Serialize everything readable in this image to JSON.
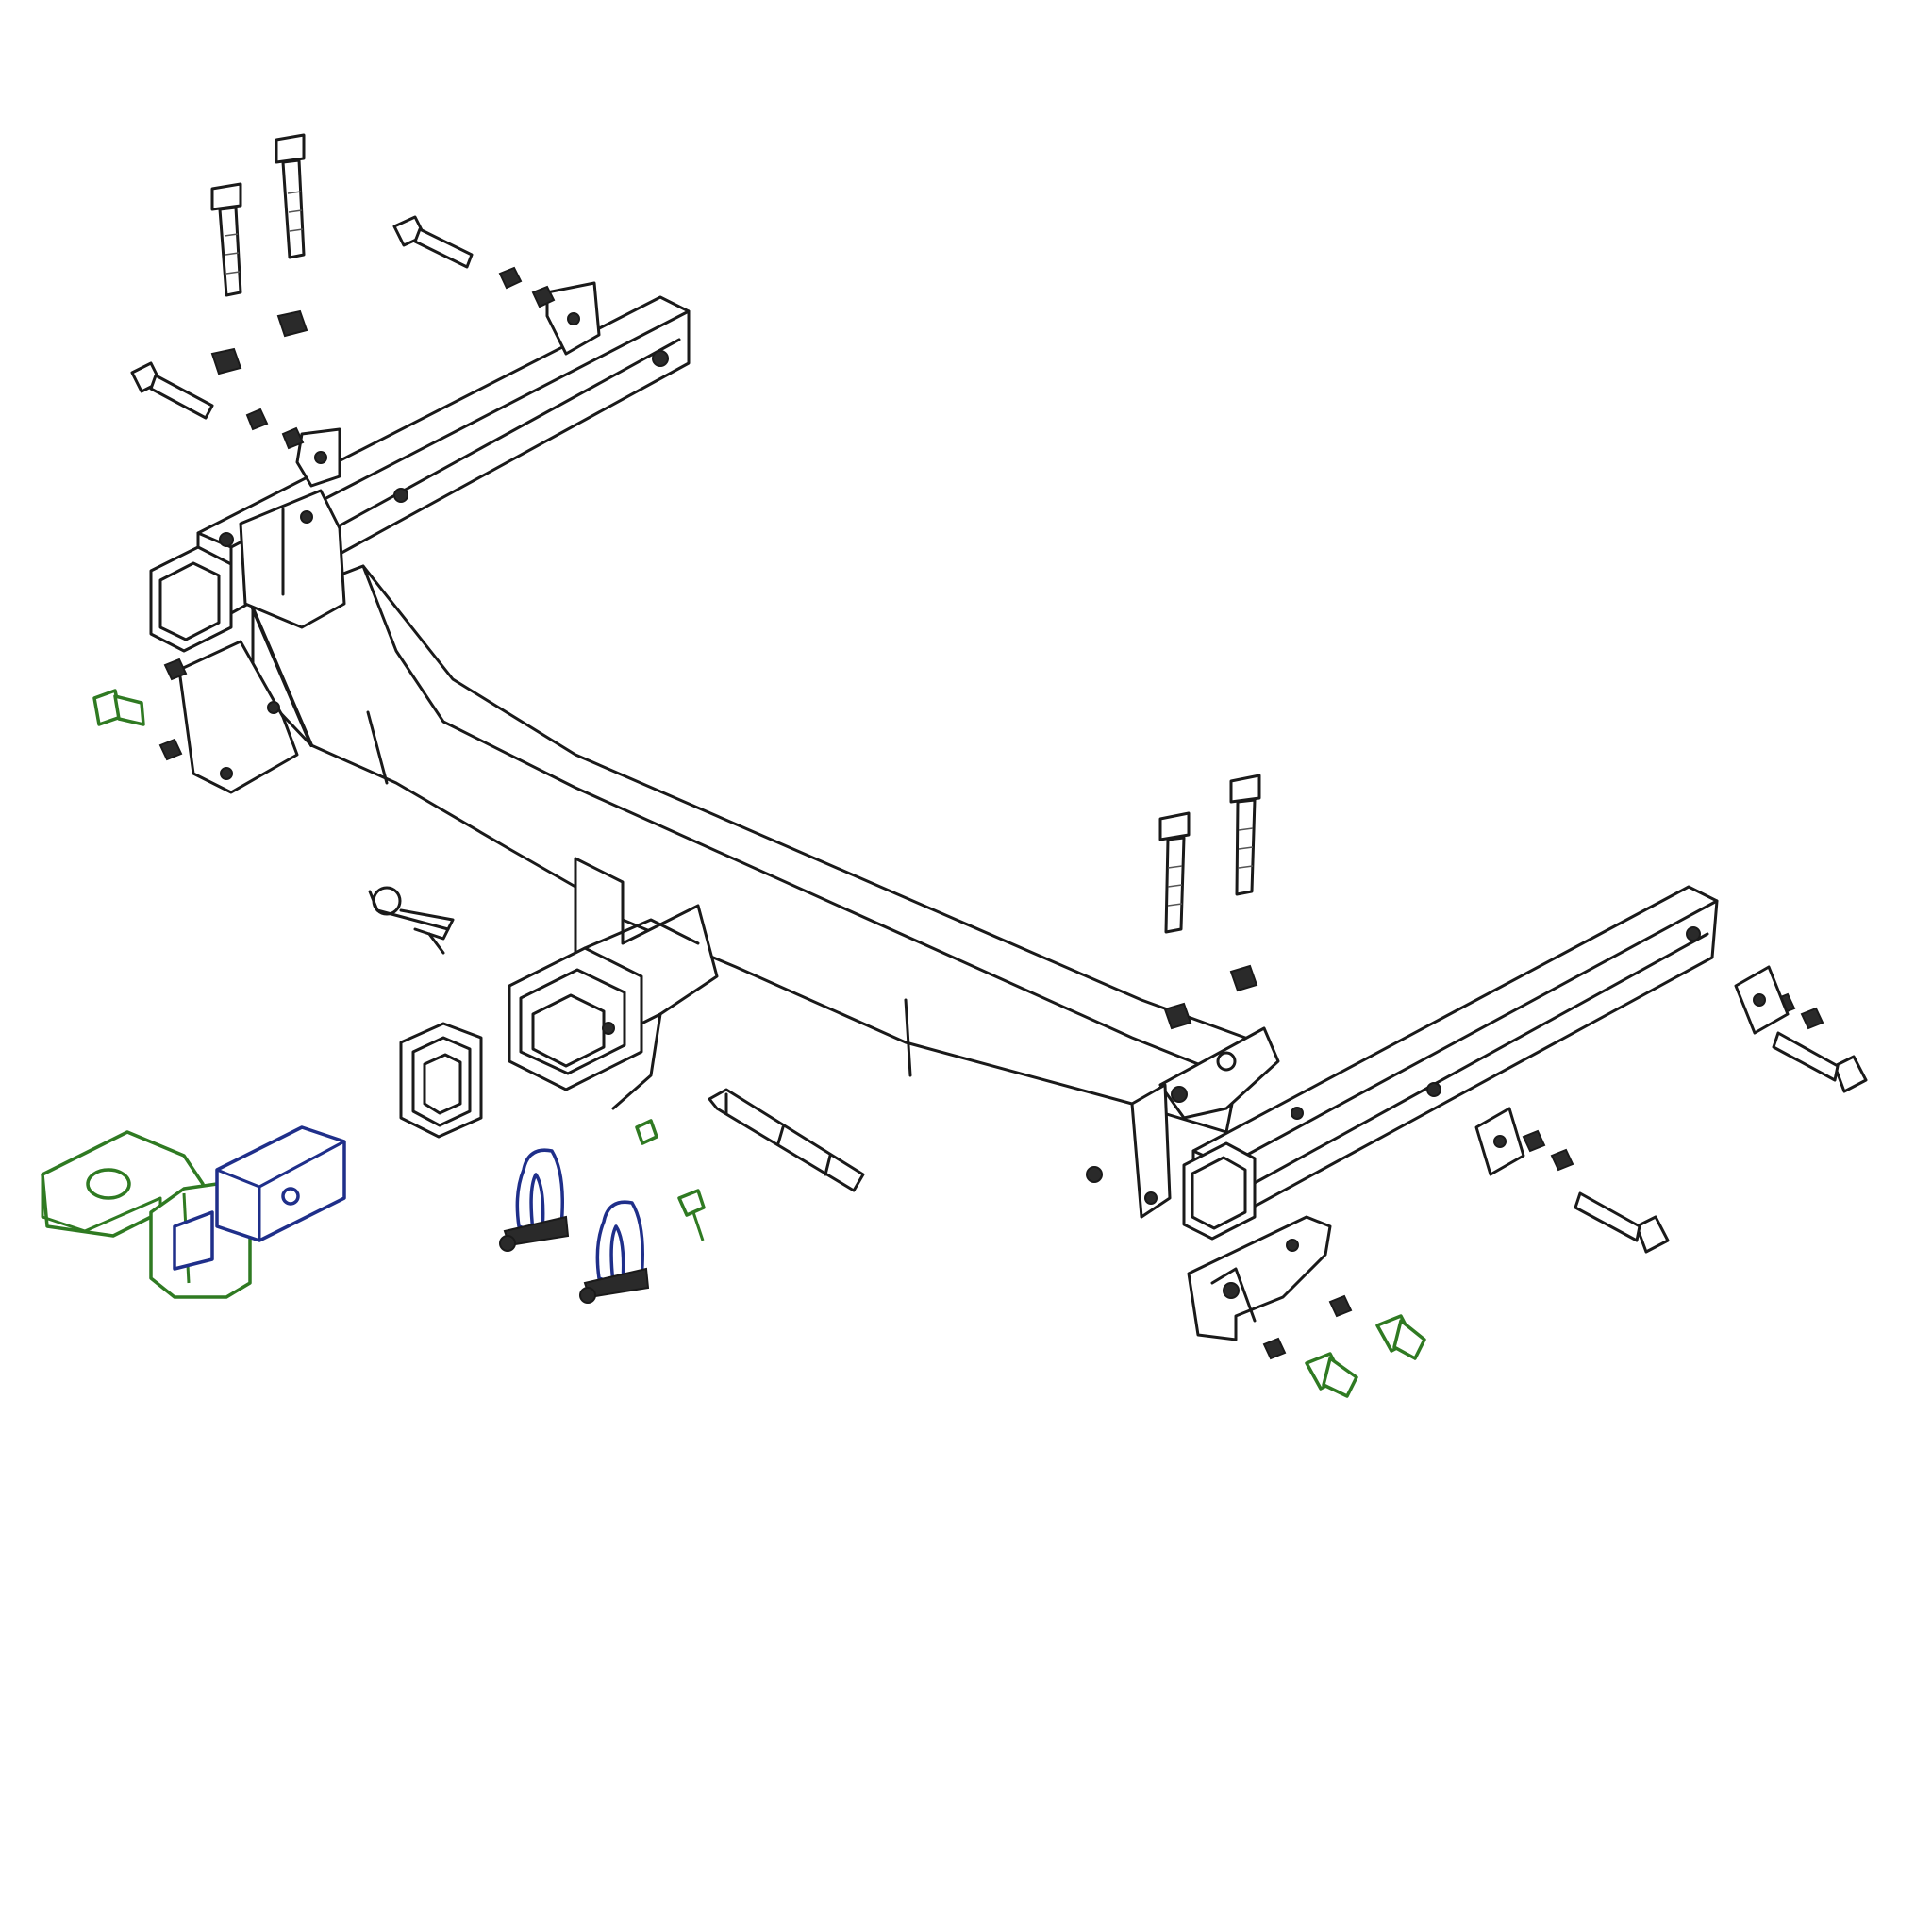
{
  "diagram": {
    "kind": "exploded-view line drawing",
    "parts": [
      {
        "name": "main-crossbar",
        "count": 1
      },
      {
        "name": "left-side-rail",
        "count": 1
      },
      {
        "name": "right-side-rail",
        "count": 1
      },
      {
        "name": "receiver-tube",
        "count": 1
      },
      {
        "name": "receiver-cover",
        "count": 1
      },
      {
        "name": "tow-ball-mount",
        "count": 1,
        "color": "#2f7a22"
      },
      {
        "name": "drawbar-shank",
        "count": 1,
        "color": "#1f2f8a"
      },
      {
        "name": "hitch-pin",
        "count": 1
      },
      {
        "name": "safety-clip",
        "count": 1
      },
      {
        "name": "shackle",
        "count": 2
      },
      {
        "name": "long-vertical-bolt",
        "count": 4
      },
      {
        "name": "horizontal-bolt",
        "count": 4
      },
      {
        "name": "short-bolt",
        "count": 5,
        "color": "#2f7a22"
      },
      {
        "name": "nut",
        "count": 14
      },
      {
        "name": "mounting-bracket",
        "count": 6
      }
    ],
    "colors": {
      "outline": "#1a1a1a",
      "highlight-green": "#2f7a22",
      "highlight-blue": "#1f2f8a",
      "background": "#ffffff"
    }
  }
}
